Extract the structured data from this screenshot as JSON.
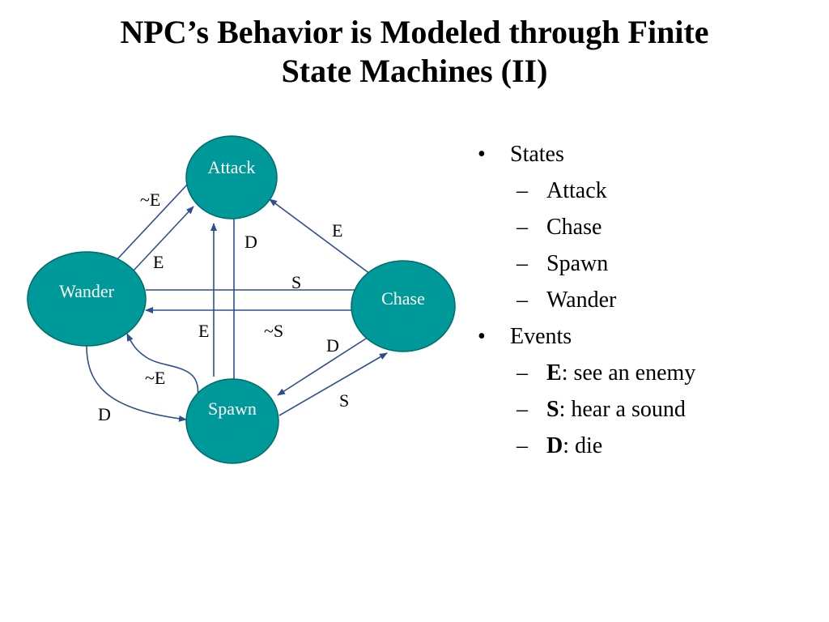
{
  "title": {
    "line1": "NPC’s Behavior is Modeled through Finite",
    "line2": "State Machines (II)"
  },
  "colors": {
    "node_fill": "#009999",
    "node_stroke": "#006b6b",
    "edge": "#2e4f8f",
    "node_text": "#ffffff"
  },
  "diagram": {
    "nodes": {
      "attack": "Attack",
      "wander": "Wander",
      "chase": "Chase",
      "spawn": "Spawn"
    },
    "edge_labels": {
      "attack_to_wander": "~E",
      "wander_to_attack": "E",
      "attack_to_spawn": "D",
      "chase_to_attack": "E",
      "wander_to_chase": "S",
      "chase_to_wander": "~S",
      "spawn_to_attack": "E",
      "spawn_to_wander": "~E",
      "wander_to_spawn": "D",
      "chase_to_spawn": "D",
      "spawn_to_chase": "S"
    }
  },
  "bullets": {
    "states_heading": "States",
    "states": [
      "Attack",
      "Chase",
      "Spawn",
      "Wander"
    ],
    "events_heading": "Events",
    "events": [
      {
        "key": "E",
        "desc": ": see an enemy"
      },
      {
        "key": "S",
        "desc": ": hear a sound"
      },
      {
        "key": "D",
        "desc": ": die"
      }
    ],
    "bullet_mark": "•",
    "dash_mark": "–"
  }
}
